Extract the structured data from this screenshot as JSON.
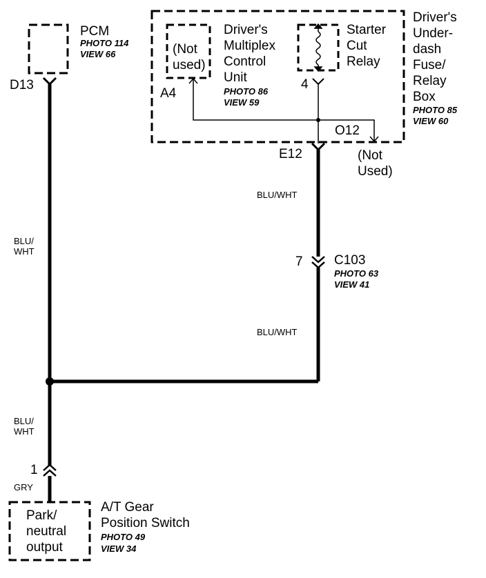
{
  "pcm": {
    "name": "PCM",
    "photo": "PHOTO 114",
    "view": "VIEW 66",
    "pin": "D13"
  },
  "fuse_box": {
    "name": [
      "Driver's",
      "Under-",
      "dash",
      "Fuse/",
      "Relay",
      "Box"
    ],
    "photo": "PHOTO 85",
    "view": "VIEW 60",
    "pin_out": "E12",
    "pin_o12": "O12",
    "not_used": [
      "(Not",
      "Used)"
    ]
  },
  "mcu": {
    "name": [
      "Driver's",
      "Multiplex",
      "Control",
      "Unit"
    ],
    "photo": "PHOTO 86",
    "view": "VIEW 59",
    "pin": "A4",
    "not_used": [
      "(Not",
      "used)"
    ]
  },
  "relay": {
    "name": [
      "Starter",
      "Cut",
      "Relay"
    ],
    "pin": "4"
  },
  "connector": {
    "name": "C103",
    "photo": "PHOTO 63",
    "view": "VIEW 41",
    "pin": "7"
  },
  "switch": {
    "name": [
      "A/T Gear",
      "Position Switch"
    ],
    "photo": "PHOTO 49",
    "view": "VIEW 34",
    "pin": "1",
    "output": [
      "Park/",
      "neutral",
      "output"
    ]
  },
  "wires": {
    "left_upper": [
      "BLU/",
      "WHT"
    ],
    "right_upper": "BLU/WHT",
    "right_lower": "BLU/WHT",
    "left_lower": [
      "BLU/",
      "WHT"
    ],
    "switch_lead": "GRY"
  }
}
